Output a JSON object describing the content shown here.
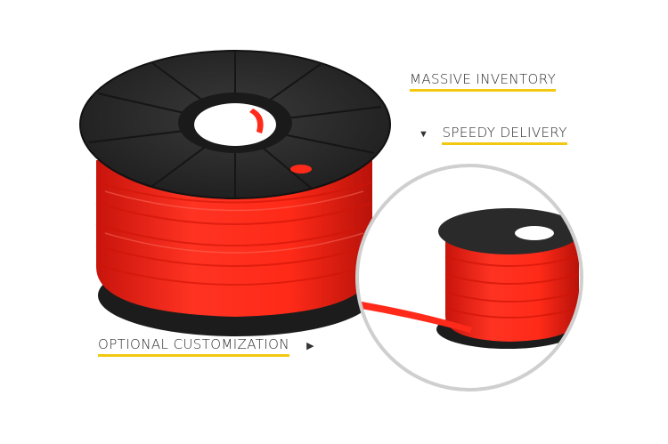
{
  "labels": {
    "massive_inventory": "MASSIVE  INVENTORY",
    "speedy_delivery": "SPEEDY DELIVERY",
    "optional_customization": "OPTIONAL  CUSTOMIZATION"
  },
  "icons": {
    "speedy_arrow": "triangle-down-icon",
    "custom_arrow": "triangle-right-icon"
  },
  "colors": {
    "underline_accent": "#f2c811",
    "tube_red": "#ff2a1a",
    "reel_black": "#2a2a2a",
    "circle_border": "#cfcfcf"
  }
}
